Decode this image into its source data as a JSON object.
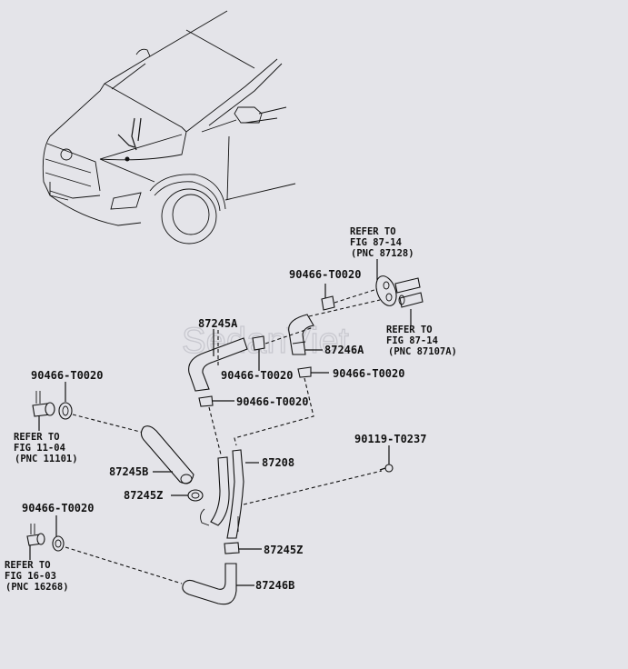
{
  "diagram": {
    "title": "Heater water hose parts diagram",
    "watermark": "SedanViet",
    "part_labels": {
      "clamp_top_left": "90466-T0020",
      "clamp_top_right": "90466-T0020",
      "hose_87245a": "87245A",
      "hose_87246a": "87246A",
      "clamp_mid_a": "90466-T0020",
      "clamp_mid_b": "90466-T0020",
      "clamp_mid_c": "90466-T0020",
      "clamp_bottom_left": "90466-T0020",
      "bolt": "90119-T0237",
      "hose_87245b": "87245B",
      "clip_87245z_upper": "87245Z",
      "pipe_87208": "87208",
      "clip_87245z_lower": "87245Z",
      "hose_87246b": "87246B"
    },
    "references": [
      {
        "id": "ref-fig-87-14-pnc-87128",
        "lines": [
          "REFER TO",
          "FIG 87-14",
          "(PNC 87128)"
        ]
      },
      {
        "id": "ref-fig-87-14-pnc-87107a",
        "lines": [
          "REFER TO",
          "FIG 87-14",
          "(PNC 87107A)"
        ]
      },
      {
        "id": "ref-fig-11-04",
        "lines": [
          "REFER TO",
          "FIG 11-04",
          "(PNC 11101)"
        ]
      },
      {
        "id": "ref-fig-16-03",
        "lines": [
          "REFER TO",
          "FIG 16-03",
          "(PNC 16268)"
        ]
      }
    ]
  }
}
